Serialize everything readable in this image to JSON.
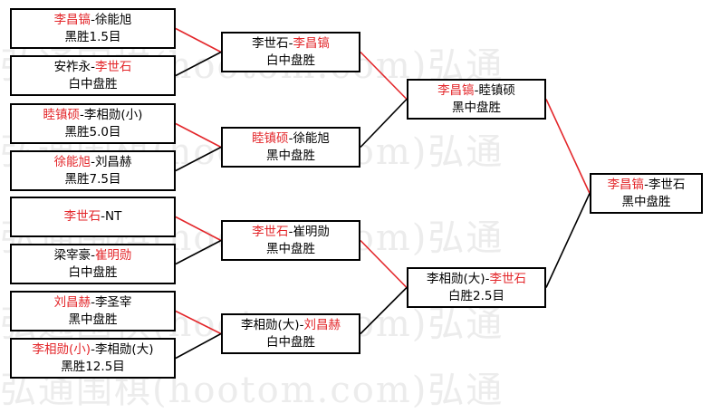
{
  "watermark": "弘通围棋(hootom.com)弘通",
  "colors": {
    "winner": "#e3262a",
    "text": "#000000",
    "win_line": "#e3262a",
    "lose_line": "#000000"
  },
  "bracket": {
    "round1": [
      {
        "p1": "李昌镐",
        "sep": "-",
        "p2": "徐能旭",
        "winner": 1,
        "result": "黑胜1.5目"
      },
      {
        "p1": "安祚永",
        "sep": "-",
        "p2": "李世石",
        "winner": 2,
        "result": "白中盘胜"
      },
      {
        "p1": "睦镇硕",
        "sep": "-",
        "p2": "李相勋(小)",
        "winner": 1,
        "result": "黑胜5.0目"
      },
      {
        "p1": "徐能旭",
        "sep": "-",
        "p2": "刘昌赫",
        "winner": 1,
        "result": "黑胜7.5目"
      },
      {
        "p1": "李世石",
        "sep": "-",
        "p2": "NT",
        "winner": 1,
        "result": ""
      },
      {
        "p1": "梁宰豪",
        "sep": "-",
        "p2": "崔明勋",
        "winner": 2,
        "result": "白中盘胜"
      },
      {
        "p1": "刘昌赫",
        "sep": "-",
        "p2": "李圣宰",
        "winner": 1,
        "result": "黑中盘胜"
      },
      {
        "p1": "李相勋(小)",
        "sep": "-",
        "p2": "李相勋(大)",
        "winner": 1,
        "result": "黑胜12.5目"
      }
    ],
    "round2": [
      {
        "p1": "李世石",
        "sep": "-",
        "p2": "李昌镐",
        "winner": 2,
        "result": "白中盘胜"
      },
      {
        "p1": "睦镇硕",
        "sep": "-",
        "p2": "徐能旭",
        "winner": 1,
        "result": "黑中盘胜"
      },
      {
        "p1": "李世石",
        "sep": "-",
        "p2": "崔明勋",
        "winner": 1,
        "result": "黑中盘胜"
      },
      {
        "p1": "李相勋(大)",
        "sep": "-",
        "p2": "刘昌赫",
        "winner": 2,
        "result": "白中盘胜"
      }
    ],
    "round3": [
      {
        "p1": "李昌镐",
        "sep": "-",
        "p2": "睦镇硕",
        "winner": 1,
        "result": "黑中盘胜"
      },
      {
        "p1": "李相勋(大)",
        "sep": "-",
        "p2": "李世石",
        "winner": 2,
        "result": "白胜2.5目"
      }
    ],
    "final": [
      {
        "p1": "李昌镐",
        "sep": "-",
        "p2": "李世石",
        "winner": 1,
        "result": "黑中盘胜"
      }
    ]
  }
}
